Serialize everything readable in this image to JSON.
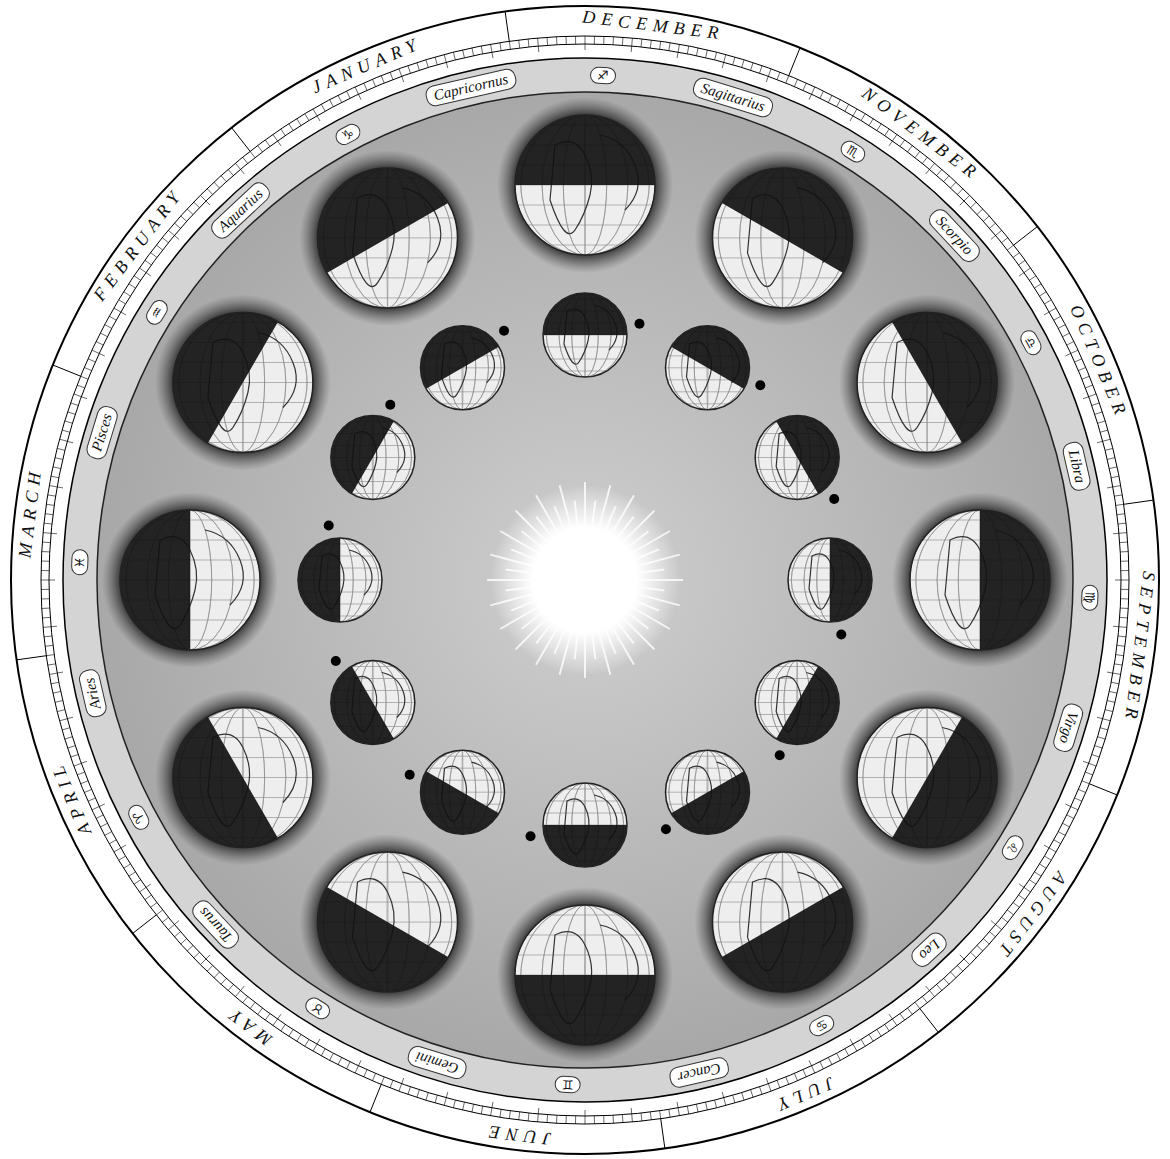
{
  "diagram": {
    "labels": [
      "DECEMBER",
      "NOVEMBER",
      "OCTOBER",
      "SEPTEMBER",
      "AUGUST",
      "JULY",
      "JUNE",
      "MAY",
      "APRIL",
      "MARCH",
      "FEBRUARY",
      "JANUARY",
      "Capricornus",
      "Sagittarius",
      "Scorpio",
      "Libra",
      "Virgo",
      "Leo",
      "Cancer",
      "Gemini",
      "Taurus",
      "Aries",
      "Pisces",
      "Aquarius",
      "♐",
      "♏",
      "♎",
      "♍",
      "♌",
      "♋",
      "♊",
      "♉",
      "♈",
      "♓",
      "♒",
      "♑"
    ]
  }
}
